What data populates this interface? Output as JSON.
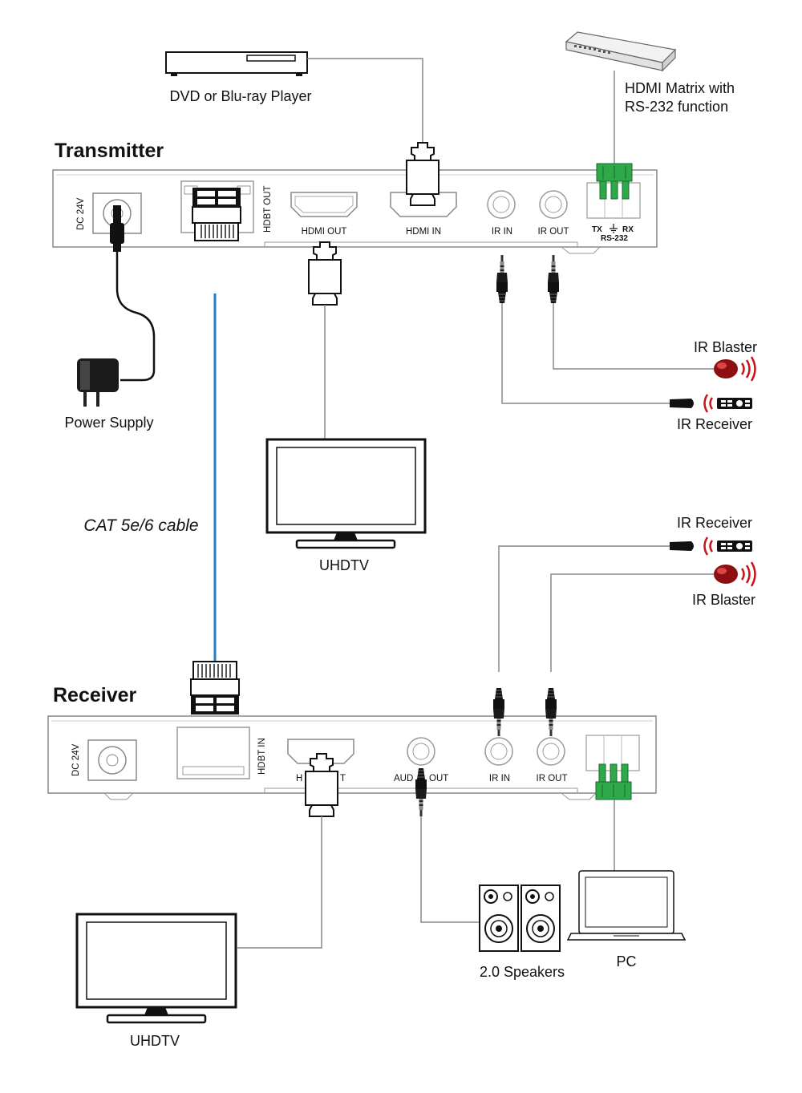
{
  "colors": {
    "accent_cable": "#1f7fc4",
    "terminal_green": "#2fa84a",
    "ir_red": "#c4141a",
    "line": "#555555",
    "device_stroke": "#111111"
  },
  "transmitter": {
    "title": "Transmitter",
    "ports": {
      "dc": "DC 24V",
      "hdbt": "HDBT OUT",
      "hdmi_out": "HDMI OUT",
      "hdmi_in": "HDMI IN",
      "ir_in": "IR IN",
      "ir_out": "IR OUT",
      "tx": "TX",
      "rx": "RX",
      "rs232": "RS-232"
    }
  },
  "receiver": {
    "title": "Receiver",
    "ports": {
      "dc": "DC 24V",
      "hdbt": "HDBT IN",
      "hdmi_out_left": "H",
      "hdmi_out_right": "T",
      "audio_left": "AUD",
      "audio_right": "OUT",
      "ir_in": "IR IN",
      "ir_out": "IR OUT"
    }
  },
  "devices": {
    "dvd": "DVD or Blu-ray Player",
    "matrix_line1": "HDMI Matrix with",
    "matrix_line2": "RS-232 function",
    "power": "Power Supply",
    "cable": "CAT 5e/6 cable",
    "uhdtv_top": "UHDTV",
    "uhdtv_bottom": "UHDTV",
    "ir_blaster_top": "IR Blaster",
    "ir_receiver_top": "IR Receiver",
    "ir_receiver_bottom": "IR Receiver",
    "ir_blaster_bottom": "IR Blaster",
    "speakers": "2.0 Speakers",
    "pc": "PC"
  }
}
